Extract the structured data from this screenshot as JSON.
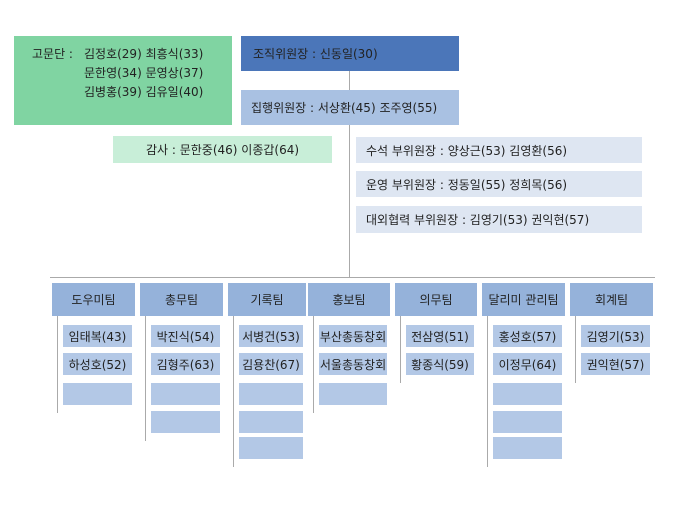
{
  "advisors": {
    "label": "고문단 :",
    "rows": [
      "김정호(29)  최흥식(33)",
      "문한영(34)  문영상(37)",
      "김병홍(39)  김유일(40)"
    ]
  },
  "chair": "조직위원장 : 신동일(30)",
  "executive": "집행위원장 : 서상환(45)  조주영(55)",
  "audit": "감사  :  문한중(46)  이종갑(64)",
  "vice_chairs": [
    "수석 부위원장 : 양상근(53)  김영환(56)",
    "운영 부위원장 : 정동일(55)  정희목(56)",
    "대외협력  부위원장 : 김영기(53)  권익현(57)"
  ],
  "teams": [
    {
      "name": "도우미팀",
      "members": [
        "임태복(43)",
        "하성호(52)",
        ""
      ]
    },
    {
      "name": "총무팀",
      "members": [
        "박진식(54)",
        "김형주(63)",
        "",
        ""
      ]
    },
    {
      "name": "기록팀",
      "members": [
        "서병건(53)",
        "김용찬(67)",
        "",
        "",
        ""
      ]
    },
    {
      "name": "홍보팀",
      "members": [
        "부산총동창회",
        "서울총동창회",
        ""
      ]
    },
    {
      "name": "의무팀",
      "members": [
        "전삼영(51)",
        "황종식(59)"
      ]
    },
    {
      "name": "달리미 관리팀",
      "members": [
        "홍성호(57)",
        "이정무(64)",
        "",
        "",
        ""
      ]
    },
    {
      "name": "회계팀",
      "members": [
        "김영기(53)",
        "권익현(57)"
      ]
    }
  ]
}
